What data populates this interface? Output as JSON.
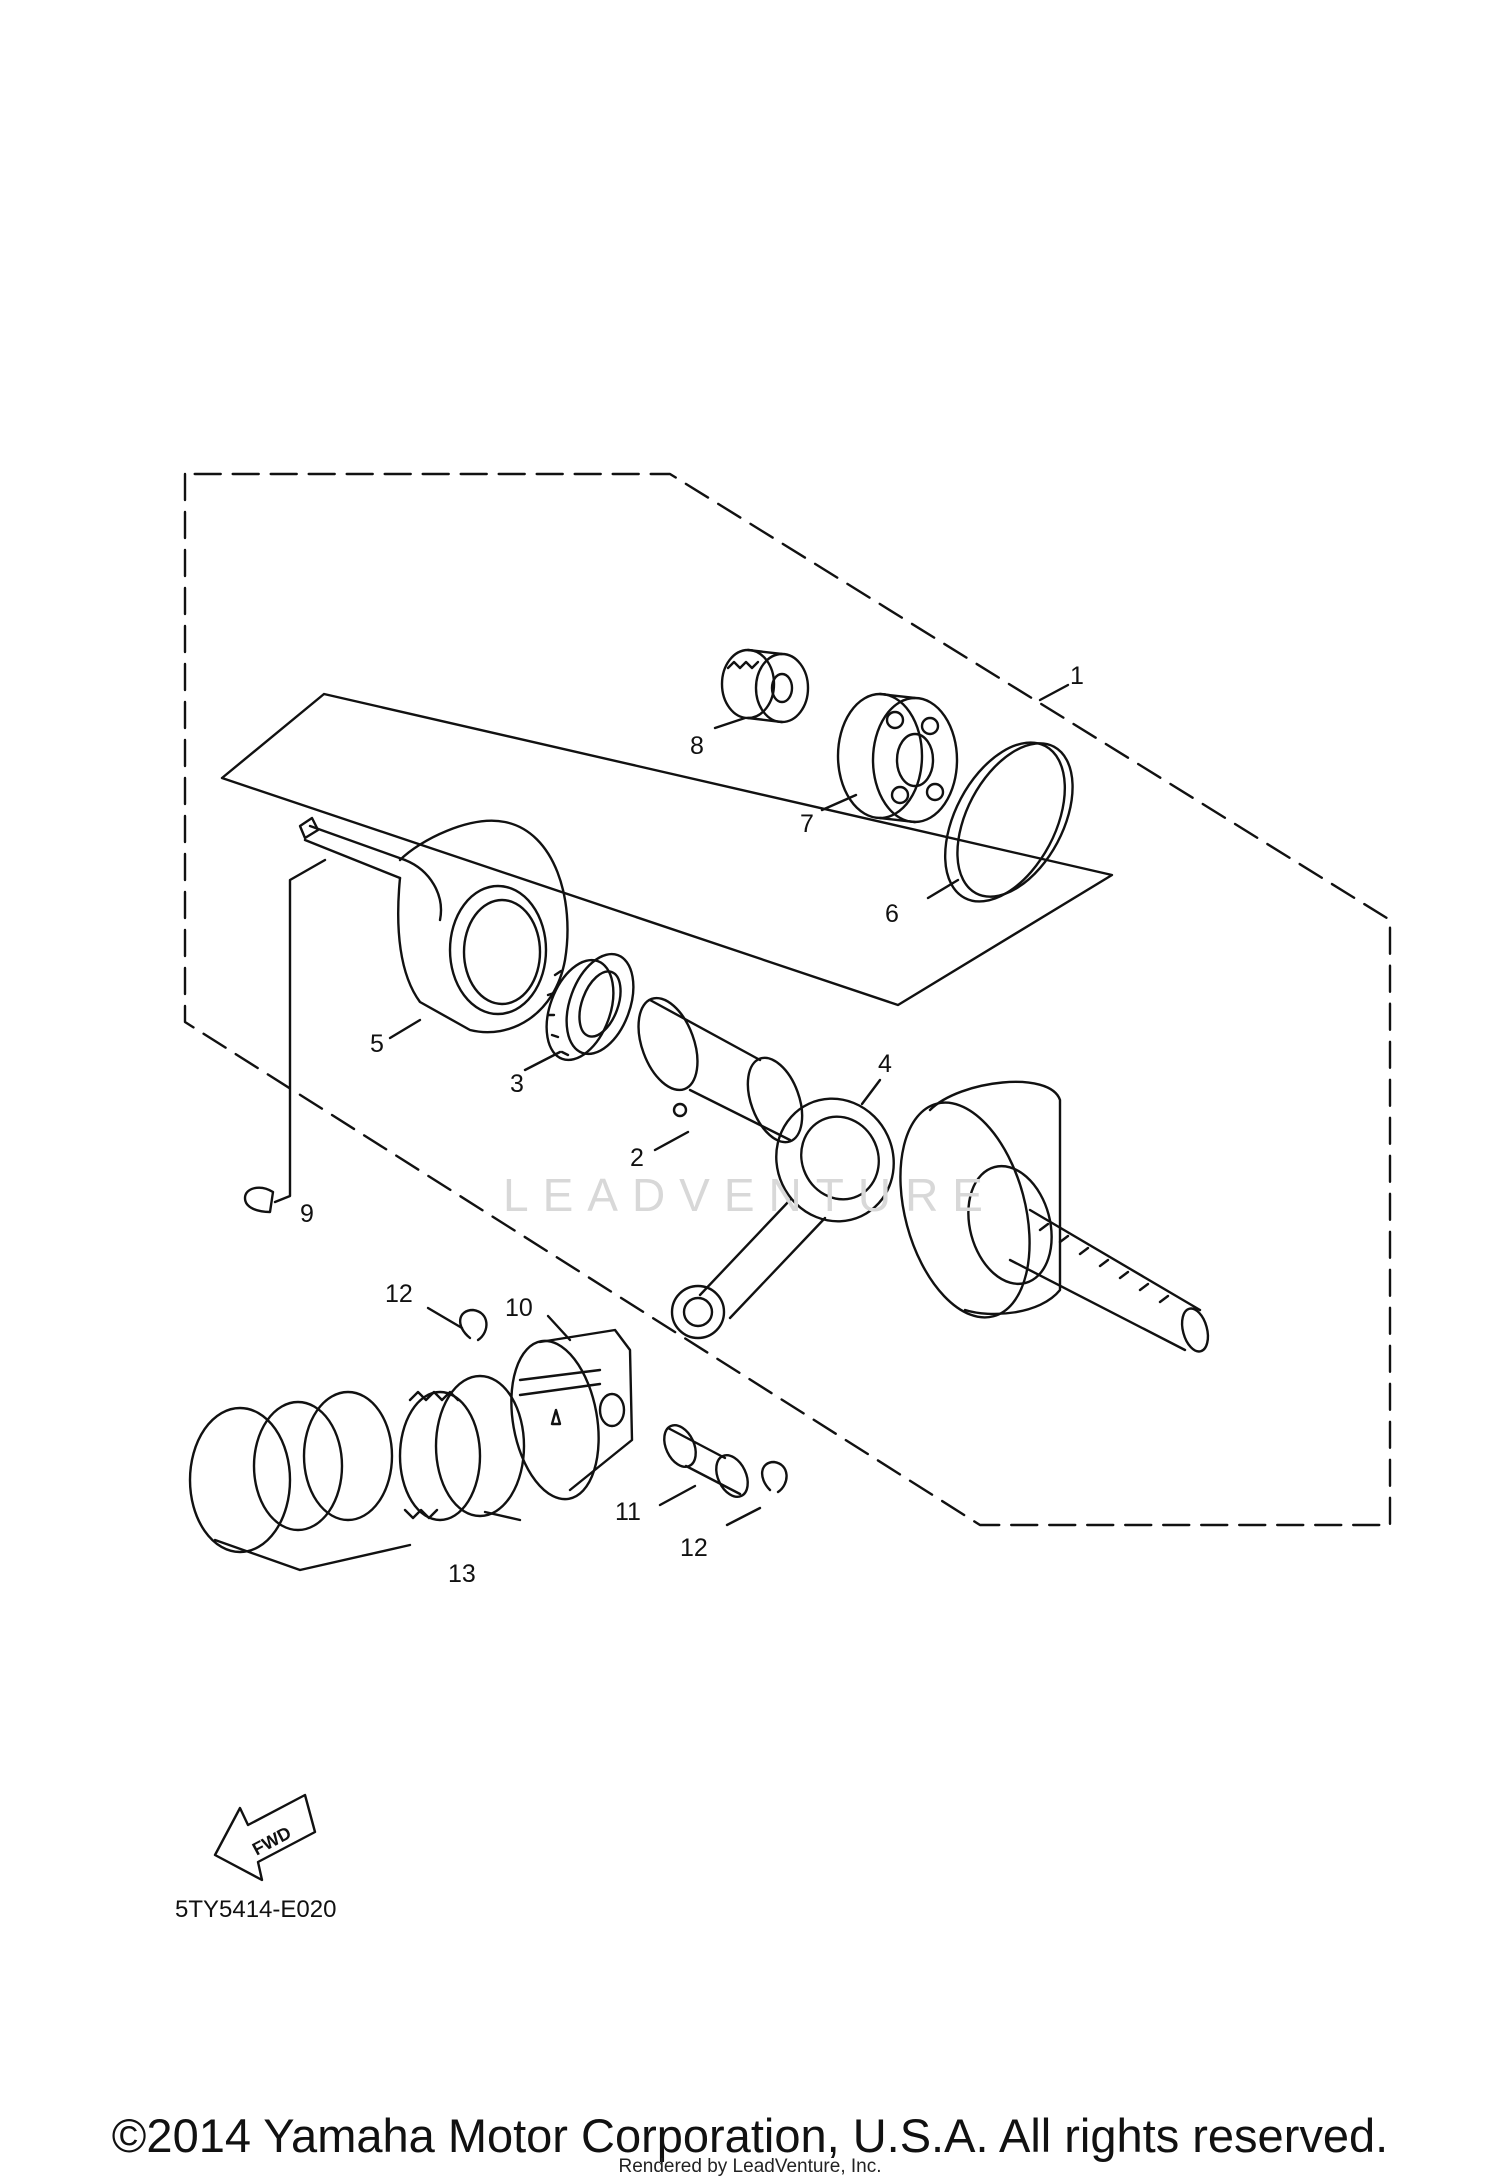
{
  "diagram": {
    "callouts": {
      "c1": "1",
      "c2": "2",
      "c3": "3",
      "c4": "4",
      "c5": "5",
      "c6": "6",
      "c7": "7",
      "c8": "8",
      "c9": "9",
      "c10": "10",
      "c11": "11",
      "c12a": "12",
      "c12b": "12",
      "c13": "13"
    },
    "fwd_label": "FWD",
    "diagram_code": "5TY5414-E020",
    "watermark": "LEADVENTURE"
  },
  "footer": {
    "copyright": "©2014 Yamaha Motor Corporation, U.S.A. All rights reserved.",
    "rendered_by": "Rendered by LeadVenture, Inc."
  },
  "colors": {
    "line": "#111111",
    "watermark": "#d8d8d8",
    "background": "#ffffff"
  }
}
